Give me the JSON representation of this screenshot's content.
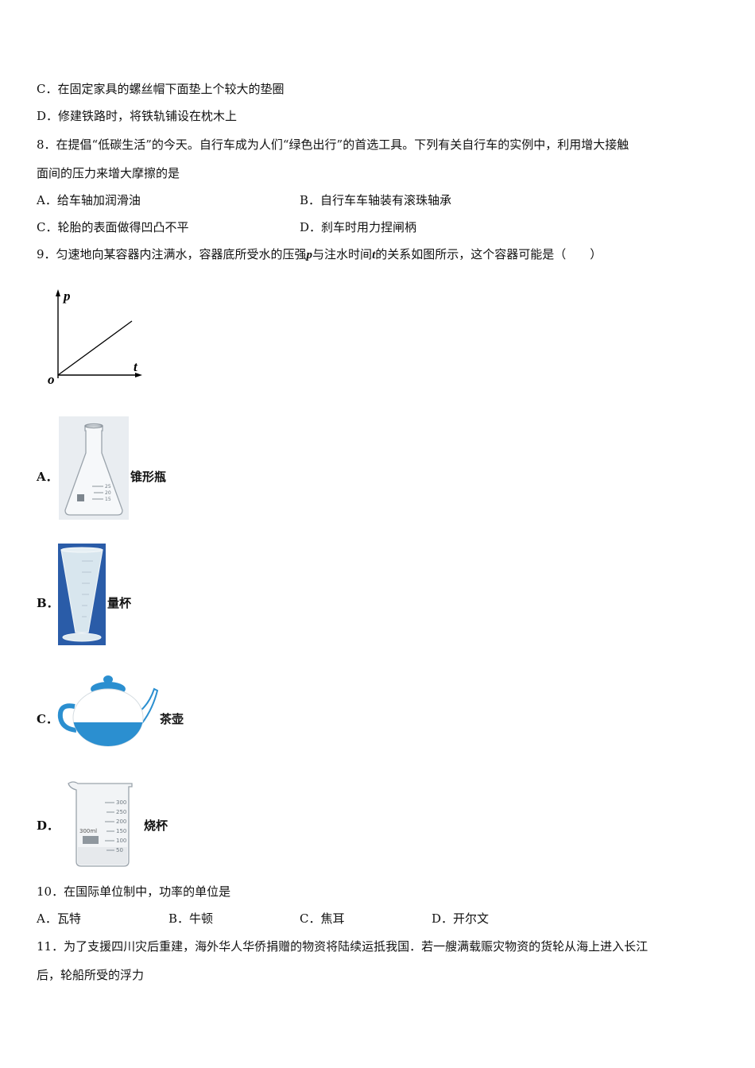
{
  "q7": {
    "optC": "C．在固定家具的螺丝帽下面垫上个较大的垫圈",
    "optD": "D．修建铁路时，将铁轨铺设在枕木上"
  },
  "q8": {
    "stem_line1": "8．在提倡“低碳生活”的今天。自行车成为人们“绿色出行”的首选工具。下列有关自行车的实例中，利用增大接触",
    "stem_line2": "面间的压力来增大摩擦的是",
    "optA": "A．给车轴加润滑油",
    "optB": "B．自行车车轴装有滚珠轴承",
    "optC": "C．轮胎的表面做得凹凸不平",
    "optD": "D．刹车时用力捏闸柄"
  },
  "q9": {
    "stem_a": "9．匀速地向某容器内注满水，容器底所受水的压强",
    "var_p": "p",
    "stem_b": "与注水时间",
    "var_t": "t",
    "stem_c": "的关系如图所示，这个容器可能是（　　）",
    "graph": {
      "y_label": "p",
      "x_label": "t",
      "origin": "o"
    },
    "chart_data": {
      "type": "line",
      "xlabel": "t",
      "ylabel": "p",
      "series": [
        {
          "values": [
            [
              0,
              0
            ],
            [
              1,
              1
            ]
          ]
        }
      ]
    },
    "options": [
      {
        "letter": "A．",
        "caption": "锥形瓶"
      },
      {
        "letter": "B．",
        "caption": "量杯"
      },
      {
        "letter": "C．",
        "caption": "茶壶"
      },
      {
        "letter": "D．",
        "caption": "烧杯"
      }
    ],
    "flask_marks": [
      "25",
      "20",
      "15"
    ],
    "beaker_marks": [
      "300",
      "250",
      "200",
      "150",
      "100",
      "50"
    ],
    "beaker_label": "300ml",
    "colors": {
      "teapot_blue": "#2b8fd0",
      "cup_blue": "#2a5ca8"
    }
  },
  "q10": {
    "stem": "10．在国际单位制中，功率的单位是",
    "optA": "A．瓦特",
    "optB": "B．牛顿",
    "optC": "C．焦耳",
    "optD": "D．开尔文"
  },
  "q11": {
    "stem_line1": "11．为了支援四川灾后重建，海外华人华侨捐赠的物资将陆续运抵我国．若一艘满载赈灾物资的货轮从海上进入长江",
    "stem_line2": "后，轮船所受的浮力"
  }
}
